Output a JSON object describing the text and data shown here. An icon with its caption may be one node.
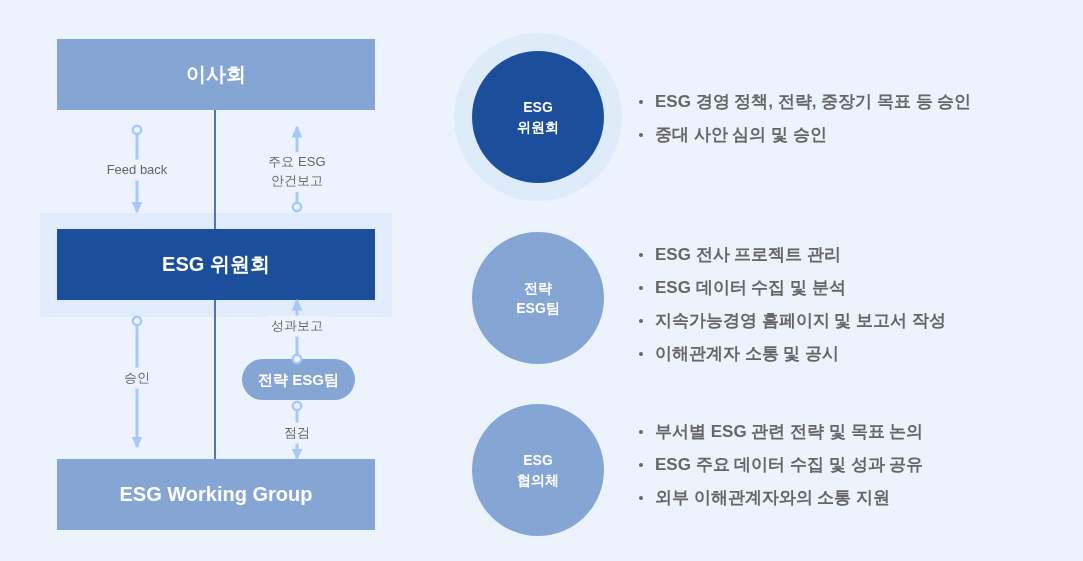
{
  "diagram": {
    "nodes": [
      {
        "text": [
          "이사회"
        ]
      },
      {
        "text": [
          "ESG 위원회"
        ]
      },
      {
        "text": [
          "전략 ESG팀"
        ]
      },
      {
        "text": [
          "ESG Working Group"
        ]
      },
      {
        "text": [
          "ESG 위원회"
        ],
        "beside": [
          "ESG 경영 정책, 전략, 중장기 목표 등 승인",
          "중대 사안 심의 및 승인"
        ]
      },
      {
        "text": [
          "전략 ESG팀"
        ],
        "beside": [
          "ESG 전사 프로젝트 관리",
          "ESG 데이터 수집 및 분석",
          "지속가능경영 홈페이지 및 보고서 작성",
          "이해관계자 소통 및 공시"
        ]
      },
      {
        "text": [
          "ESG 협의체"
        ],
        "beside": [
          "부서별 ESG 관련 전략 및 목표 논의",
          "ESG 주요 데이터 수집 및 성과 공유",
          "외부 이해관계자와의 소통 지원"
        ]
      }
    ],
    "edges": [
      {
        "from": 0,
        "to": 1,
        "arrow": "none",
        "color": "#1b4f9b"
      },
      {
        "from": 1,
        "to": 3,
        "arrow": "none",
        "color": "#1b4f9b"
      },
      {
        "from": 0,
        "to": 1,
        "arrow": "to",
        "label": "Feed back"
      },
      {
        "from": 1,
        "to": 0,
        "arrow": "to",
        "label": "주요 ESG 안건보고"
      },
      {
        "from": 1,
        "to": 3,
        "arrow": "to",
        "label": "승인"
      },
      {
        "from": 2,
        "to": 1,
        "arrow": "to",
        "label": "성과보고"
      },
      {
        "from": 2,
        "to": 3,
        "arrow": "to",
        "label": "점검"
      }
    ]
  }
}
